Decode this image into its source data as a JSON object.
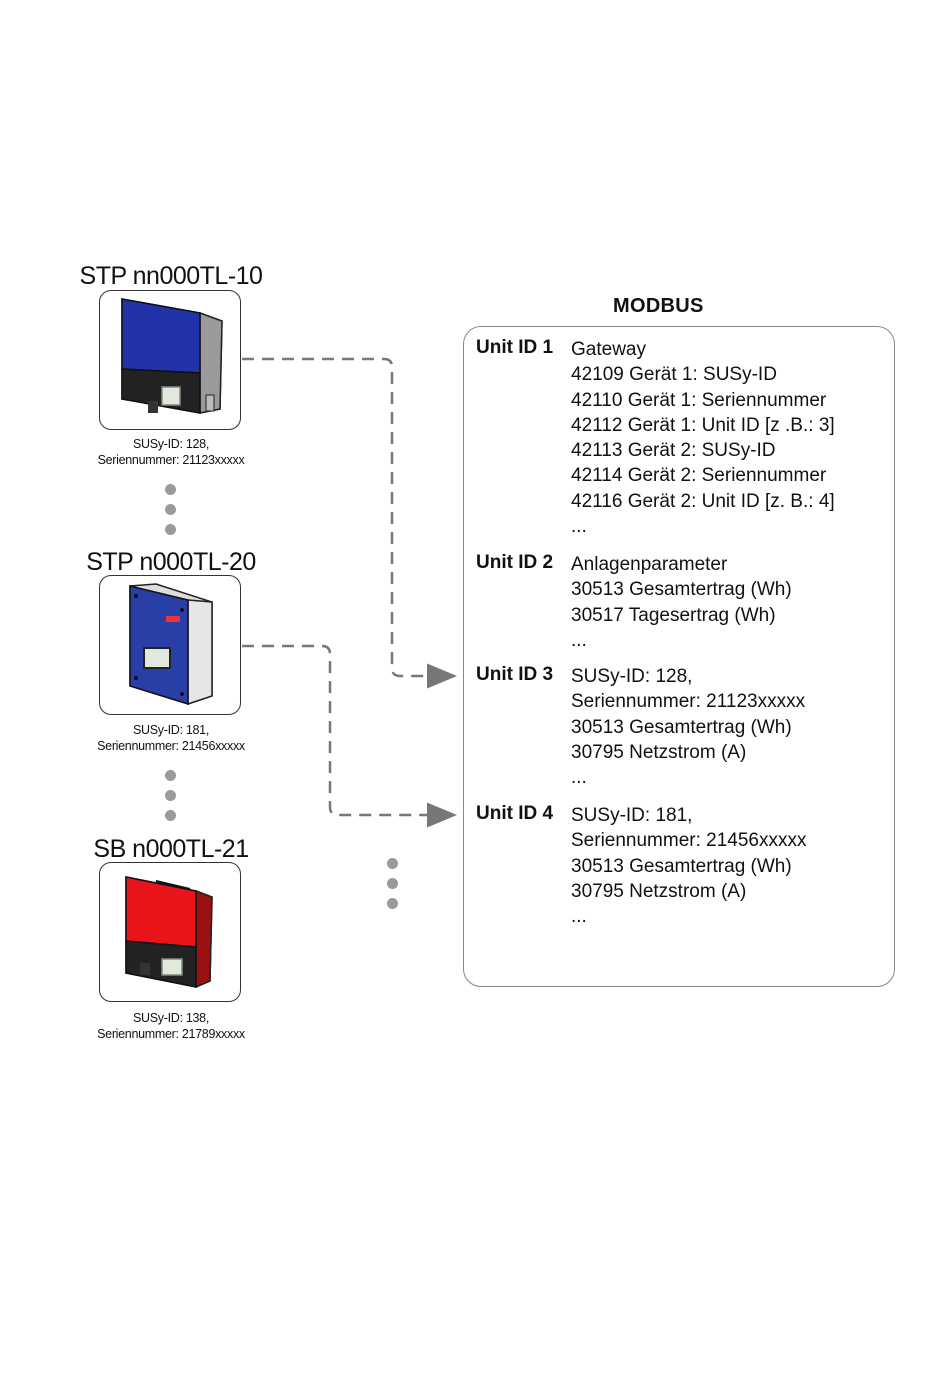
{
  "modbus": {
    "title": "MODBUS",
    "units": [
      {
        "label": "Unit ID 1",
        "lines": [
          "Gateway",
          "42109 Gerät 1: SUSy-ID",
          "42110 Gerät 1: Seriennummer",
          "42112 Gerät 1: Unit ID [z .B.: 3]",
          "42113 Gerät 2: SUSy-ID",
          "42114 Gerät 2: Seriennummer",
          "42116 Gerät 2: Unit ID [z. B.: 4]",
          "..."
        ]
      },
      {
        "label": "Unit ID 2",
        "lines": [
          "Anlagenparameter",
          "30513 Gesamtertrag (Wh)",
          "30517 Tagesertrag (Wh)",
          "..."
        ]
      },
      {
        "label": "Unit ID 3",
        "lines": [
          "SUSy-ID: 128,",
          "Seriennummer: 21123xxxxx",
          "30513 Gesamtertrag (Wh)",
          "30795 Netzstrom (A)",
          "..."
        ]
      },
      {
        "label": "Unit ID 4",
        "lines": [
          "SUSy-ID: 181,",
          "Seriennummer: 21456xxxxx",
          "30513 Gesamtertrag (Wh)",
          "30795 Netzstrom (A)",
          "..."
        ]
      }
    ]
  },
  "devices": [
    {
      "title": "STP nn000TL-10",
      "susy": "SUSy-ID: 128,",
      "serial": "Seriennummer: 21123xxxxx",
      "color": "#2233aa"
    },
    {
      "title": "STP n000TL-20",
      "susy": "SUSy-ID: 181,",
      "serial": "Seriennummer: 21456xxxxx",
      "color": "#2a3ea8"
    },
    {
      "title": "SB n000TL-21",
      "susy": "SUSy-ID: 138,",
      "serial": "Seriennummer: 21789xxxxx",
      "color": "#e8141a"
    }
  ],
  "colors": {
    "connector": "#777777",
    "dots": "#9a9a9a",
    "box_border": "#888888"
  }
}
